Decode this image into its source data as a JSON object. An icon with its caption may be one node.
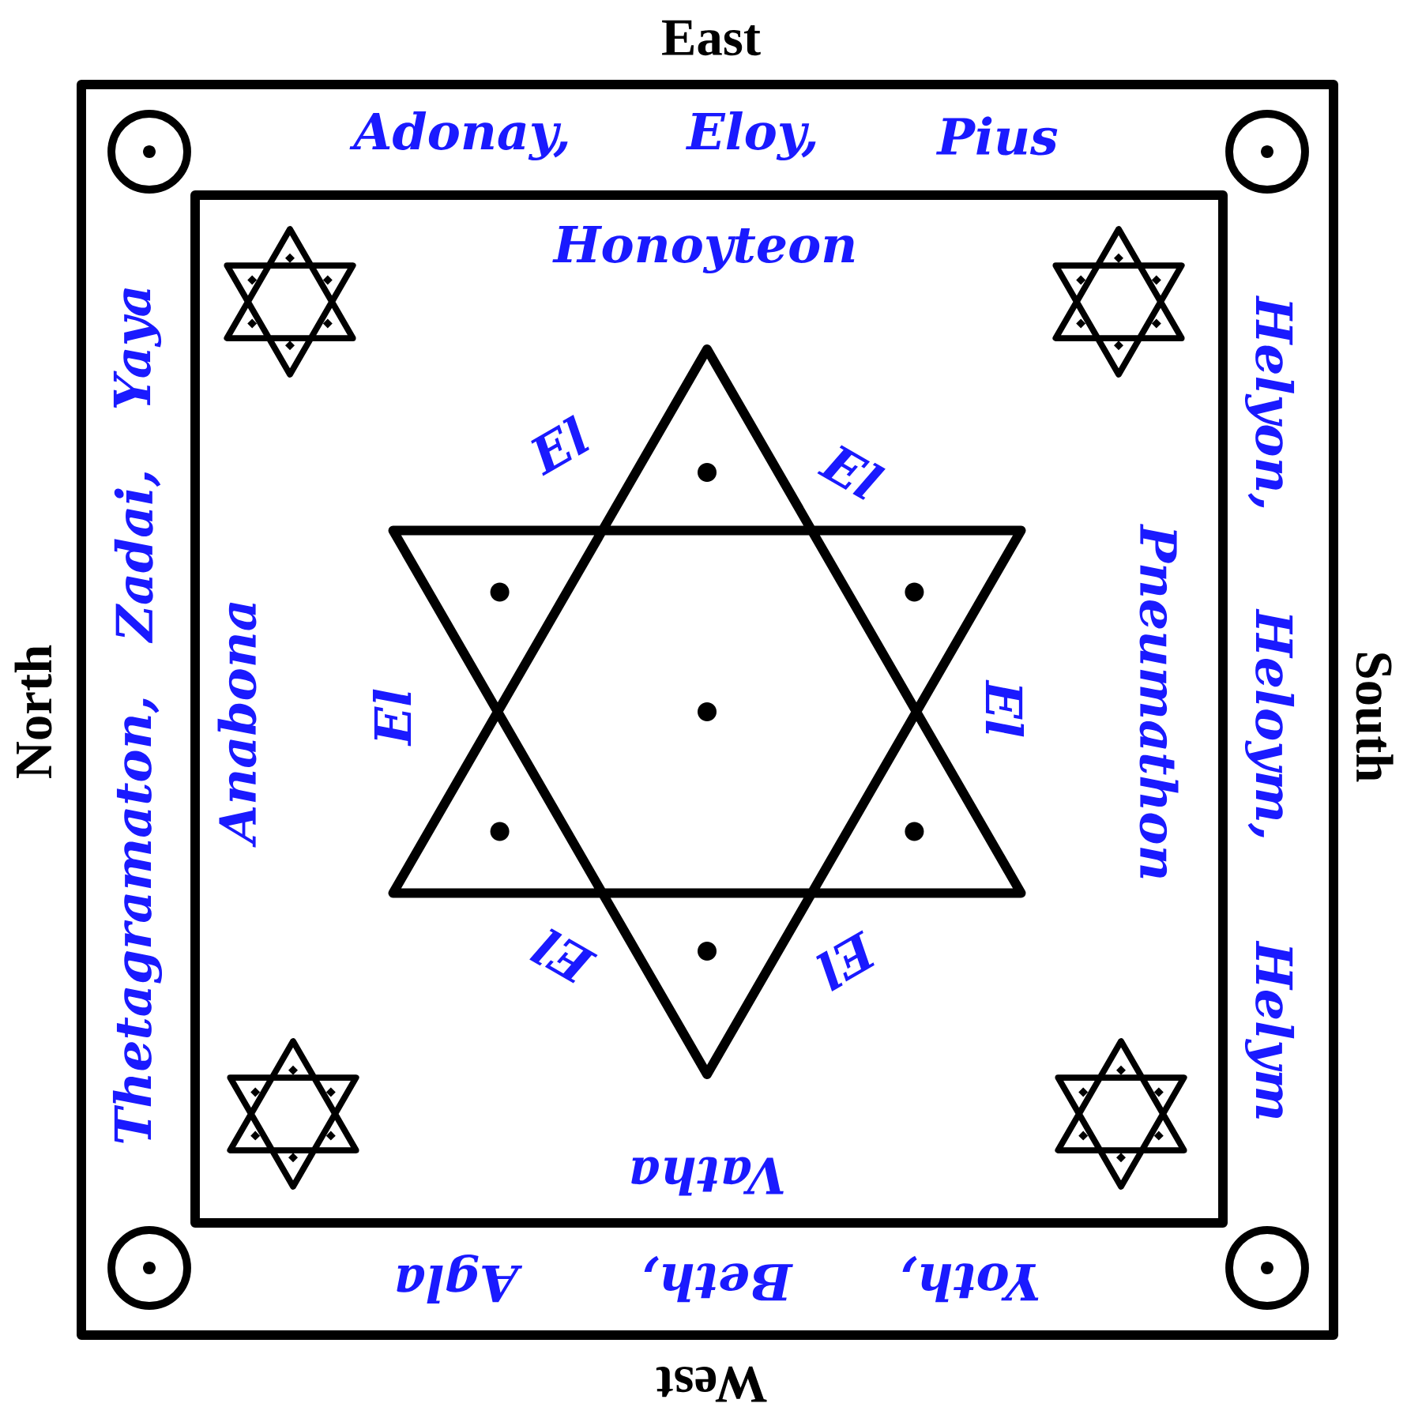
{
  "diagram": {
    "labels": [
      "East",
      "Adonay,",
      "Eloy,",
      "Pius",
      "Honoyteon",
      "North",
      "Thetagramaton,",
      "Zadai,",
      "Yaya",
      "Anabona",
      "El",
      "El",
      "El",
      "El",
      "El",
      "El",
      "Pneumathon",
      "Helyon,",
      "Heloym,",
      "Helym",
      "South",
      "Vatha",
      "Yoth,",
      "Beth,",
      "Agla",
      "West"
    ]
  }
}
